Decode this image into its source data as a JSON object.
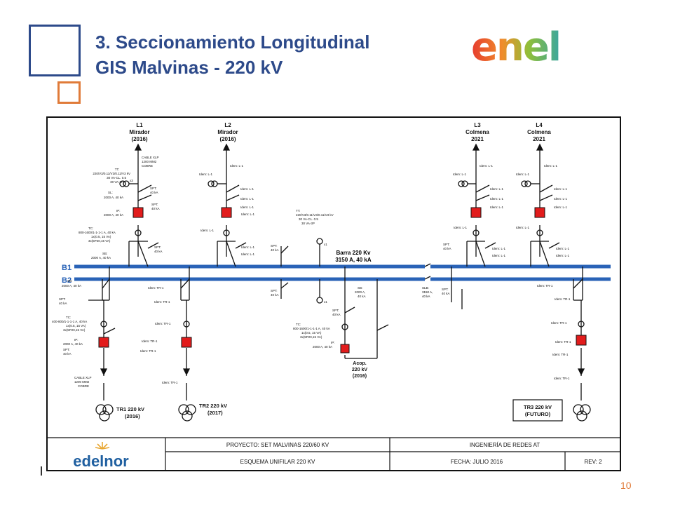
{
  "header": {
    "title_line1": "3. Seccionamiento Longitudinal",
    "title_line2": "GIS Malvinas  - 220 kV",
    "logo_text": "enel"
  },
  "colors": {
    "title": "#2d4a8a",
    "accent": "#e07b39",
    "bus": "#2a63b7",
    "breaker": "#e21c1c"
  },
  "diagram": {
    "feeders": [
      {
        "name": "L1",
        "line2": "Mirador",
        "year": "(2016)"
      },
      {
        "name": "L2",
        "line2": "Mirador",
        "year": "(2016)"
      },
      {
        "name": "L3",
        "line2": "Colmena",
        "year": "2021"
      },
      {
        "name": "L4",
        "line2": "Colmena",
        "year": "2021"
      }
    ],
    "bus_labels": {
      "b1": "B1",
      "b2": "B2",
      "rating1": "Barra 220 Kv",
      "rating2": "3150 A, 40 kA"
    },
    "l1_notes": {
      "cable": [
        "CABLE XLP",
        "1200 MM2",
        "COBRE"
      ],
      "tt": [
        "TT:",
        "220/V3/0.11/V3/0.11/V3 kV",
        "30 VA-CL. 0.5",
        "30 VA-3P"
      ],
      "spt1": [
        "SPT:",
        "40 kA"
      ],
      "sl": [
        "SL:",
        "2000 A, 40 kA"
      ],
      "spt2": [
        "SPT:",
        "40 kA"
      ],
      "ip": [
        "IP:",
        "2000 A, 40 kA"
      ],
      "tc": [
        "TC:",
        "800-1600/1-1-1-1 A, 40 kA",
        "1x(0.5, 15 VA)",
        "3x(5P20,15 VA)"
      ],
      "spt3": [
        "SPT:",
        "40 kA"
      ],
      "sb": [
        "SB:",
        "2000 A, 40 kA"
      ],
      "x3": "x3"
    },
    "idem_l1": "Idem: L-1",
    "idem_tr1": "Idem: TR-1",
    "coupling": {
      "tt": [
        "TT:",
        "220/V3/0.11/V3/0.11/V3 kV",
        "30 VA-CL. 0.5",
        "30 VA-3P"
      ],
      "x1": "x1",
      "spt_a": [
        "SPT:",
        "40 kA"
      ],
      "spt_b": [
        "SPT:",
        "40 kA"
      ],
      "sb": [
        "SB:",
        "2000 A,",
        "40 kA"
      ],
      "spt_c": [
        "SPT:",
        "40 kA"
      ],
      "tc": [
        "TC:",
        "800-1600/1-1-1-1 A, 40 kA",
        "1x(0.5, 15 VA)",
        "3x(5P20,15 VA)"
      ],
      "ip": [
        "IP:",
        "2000 A, 40 kA"
      ],
      "label": [
        "Acop.",
        "220 kV",
        "(2016)"
      ]
    },
    "slb": [
      "SLB:",
      "3150 A,",
      "40 kA"
    ],
    "spt_slb": [
      "SPT:",
      "40 kA"
    ],
    "spt_l3": [
      "SPT:",
      "40 kA"
    ],
    "spt_tr3": [
      "SPT:",
      "40 kA"
    ],
    "tr1_notes": {
      "sb": [
        "SB:",
        "2000 A, 40 kA"
      ],
      "spt1": [
        "SPT:",
        "40 kA"
      ],
      "tc": [
        "TC:",
        "400-800/1-1-1-1 A, 40 kA",
        "1x(0.5, 15 VA)",
        "3x(5P20,15 VA)"
      ],
      "ip": [
        "IP:",
        "2000 A, 40 kA"
      ],
      "spt2": [
        "SPT:",
        "40 kA"
      ],
      "cable": [
        "CABLE XLP",
        "1200 MM2",
        "COBRE"
      ]
    },
    "transformers": [
      {
        "name": "TR1 220 kV",
        "year": "(2016)"
      },
      {
        "name": "TR2 220 kV",
        "year": "(2017)"
      },
      {
        "name": "TR3  220 kV",
        "year": "(FUTURO)"
      }
    ]
  },
  "title_block": {
    "company": "edelnor",
    "project": "PROYECTO: SET MALVINAS 220/60 KV",
    "department": "INGENIERÍA DE REDES AT",
    "drawing": "ESQUEMA UNIFILAR 220 KV",
    "date": "FECHA: JULIO 2016",
    "rev": "REV: 2"
  },
  "page_number": "10"
}
